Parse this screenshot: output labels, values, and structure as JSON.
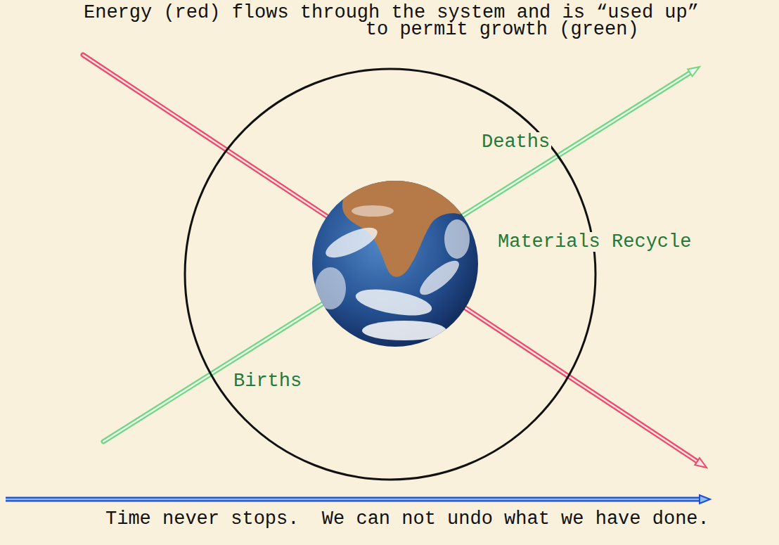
{
  "diagram": {
    "title": "Energy (red) flows through the system and is “used up” to permit growth (green)",
    "caption": "Time never stops.  We can not undo what we have done.",
    "labels": [
      "Deaths",
      "Materials Recycle",
      "Births"
    ]
  }
}
